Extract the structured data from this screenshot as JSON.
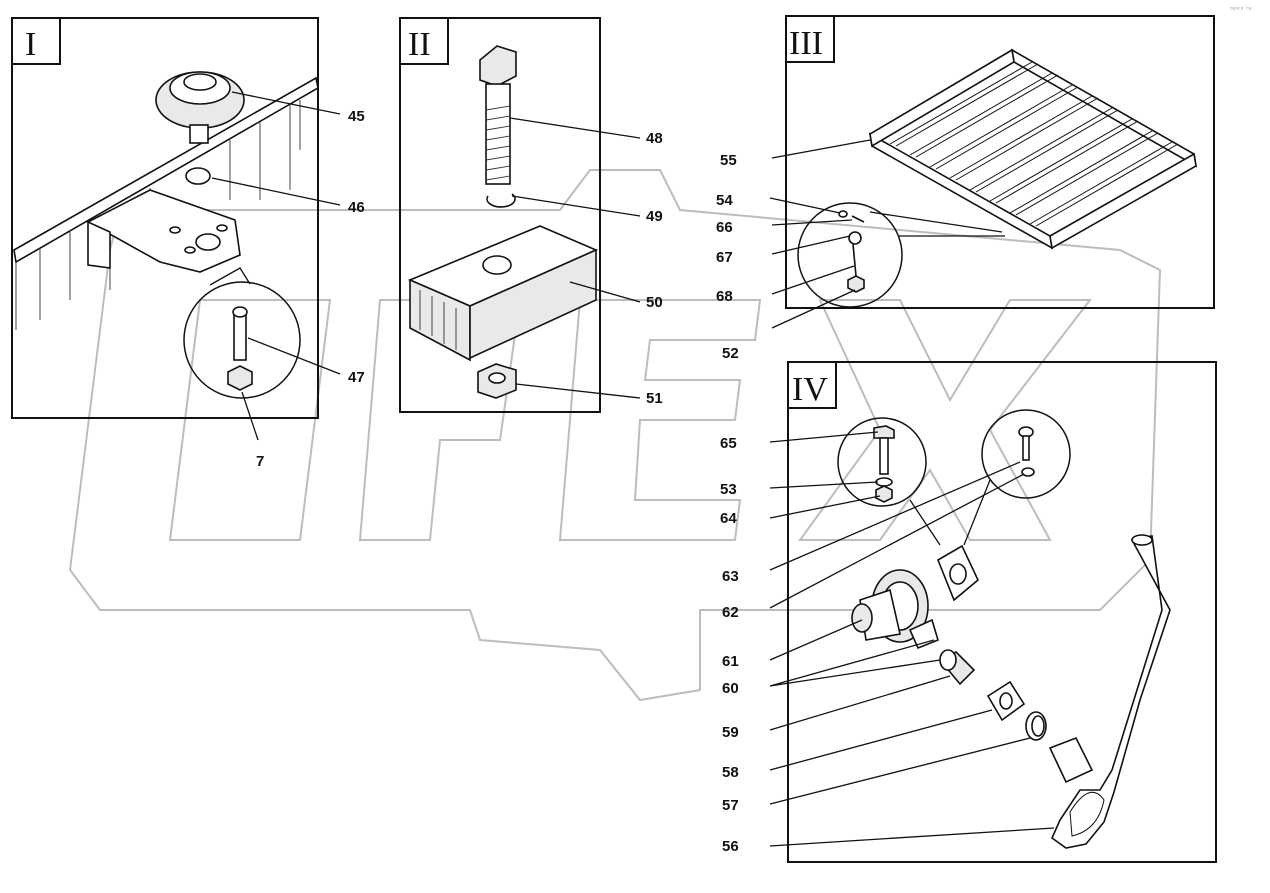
{
  "figure": {
    "corner_mark": "ᵒᵖᵉˣ ʳᵘ",
    "panels": [
      {
        "id": "I",
        "label": "I"
      },
      {
        "id": "II",
        "label": "II"
      },
      {
        "id": "III",
        "label": "III"
      },
      {
        "id": "IV",
        "label": "IV"
      }
    ],
    "callouts": [
      {
        "id": "45",
        "text": "45",
        "panel": "I"
      },
      {
        "id": "46",
        "text": "46",
        "panel": "I"
      },
      {
        "id": "47",
        "text": "47",
        "panel": "I"
      },
      {
        "id": "7",
        "text": "7",
        "panel": "I"
      },
      {
        "id": "48",
        "text": "48",
        "panel": "II"
      },
      {
        "id": "49",
        "text": "49",
        "panel": "II"
      },
      {
        "id": "50",
        "text": "50",
        "panel": "II"
      },
      {
        "id": "51",
        "text": "51",
        "panel": "II"
      },
      {
        "id": "55",
        "text": "55",
        "panel": "III"
      },
      {
        "id": "54",
        "text": "54",
        "panel": "III"
      },
      {
        "id": "66",
        "text": "66",
        "panel": "III"
      },
      {
        "id": "67",
        "text": "67",
        "panel": "III"
      },
      {
        "id": "68",
        "text": "68",
        "panel": "III"
      },
      {
        "id": "52",
        "text": "52",
        "panel": "III"
      },
      {
        "id": "65",
        "text": "65",
        "panel": "IV"
      },
      {
        "id": "53",
        "text": "53",
        "panel": "IV"
      },
      {
        "id": "64",
        "text": "64",
        "panel": "IV"
      },
      {
        "id": "63",
        "text": "63",
        "panel": "IV"
      },
      {
        "id": "62",
        "text": "62",
        "panel": "IV"
      },
      {
        "id": "61",
        "text": "61",
        "panel": "IV"
      },
      {
        "id": "60",
        "text": "60",
        "panel": "IV"
      },
      {
        "id": "59",
        "text": "59",
        "panel": "IV"
      },
      {
        "id": "58",
        "text": "58",
        "panel": "IV"
      },
      {
        "id": "57",
        "text": "57",
        "panel": "IV"
      },
      {
        "id": "56",
        "text": "56",
        "panel": "IV"
      }
    ]
  }
}
